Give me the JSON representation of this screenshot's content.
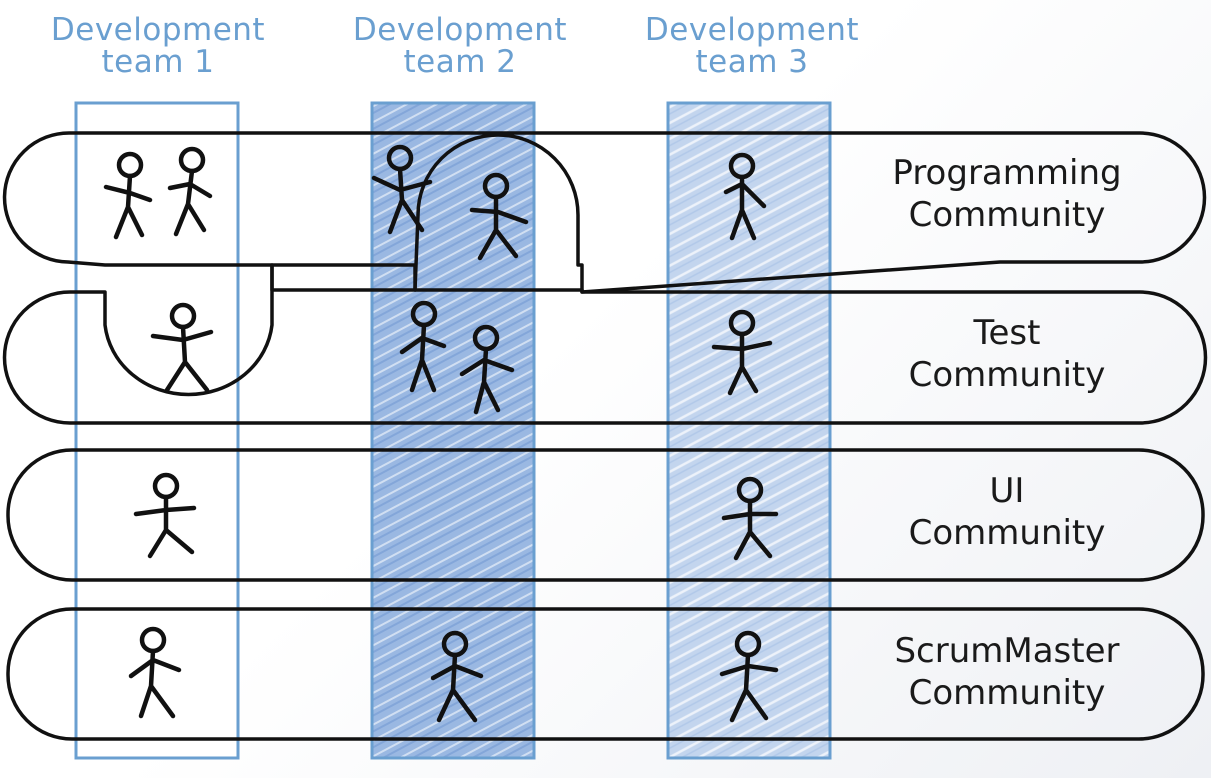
{
  "teams": [
    {
      "line1": "Development",
      "line2": "team 1"
    },
    {
      "line1": "Development",
      "line2": "team 2"
    },
    {
      "line1": "Development",
      "line2": "team 3"
    }
  ],
  "communities": [
    {
      "line1": "Programming",
      "line2": "Community"
    },
    {
      "line1": "Test",
      "line2": "Community"
    },
    {
      "line1": "UI",
      "line2": "Community"
    },
    {
      "line1": "ScrumMaster",
      "line2": "Community"
    }
  ],
  "colors": {
    "team_outline": "#6a9fd0",
    "team_fill": "#7fa3d6",
    "community_outline": "#111111",
    "figure": "#111111"
  },
  "icons": {
    "person": "stick-figure-icon"
  }
}
